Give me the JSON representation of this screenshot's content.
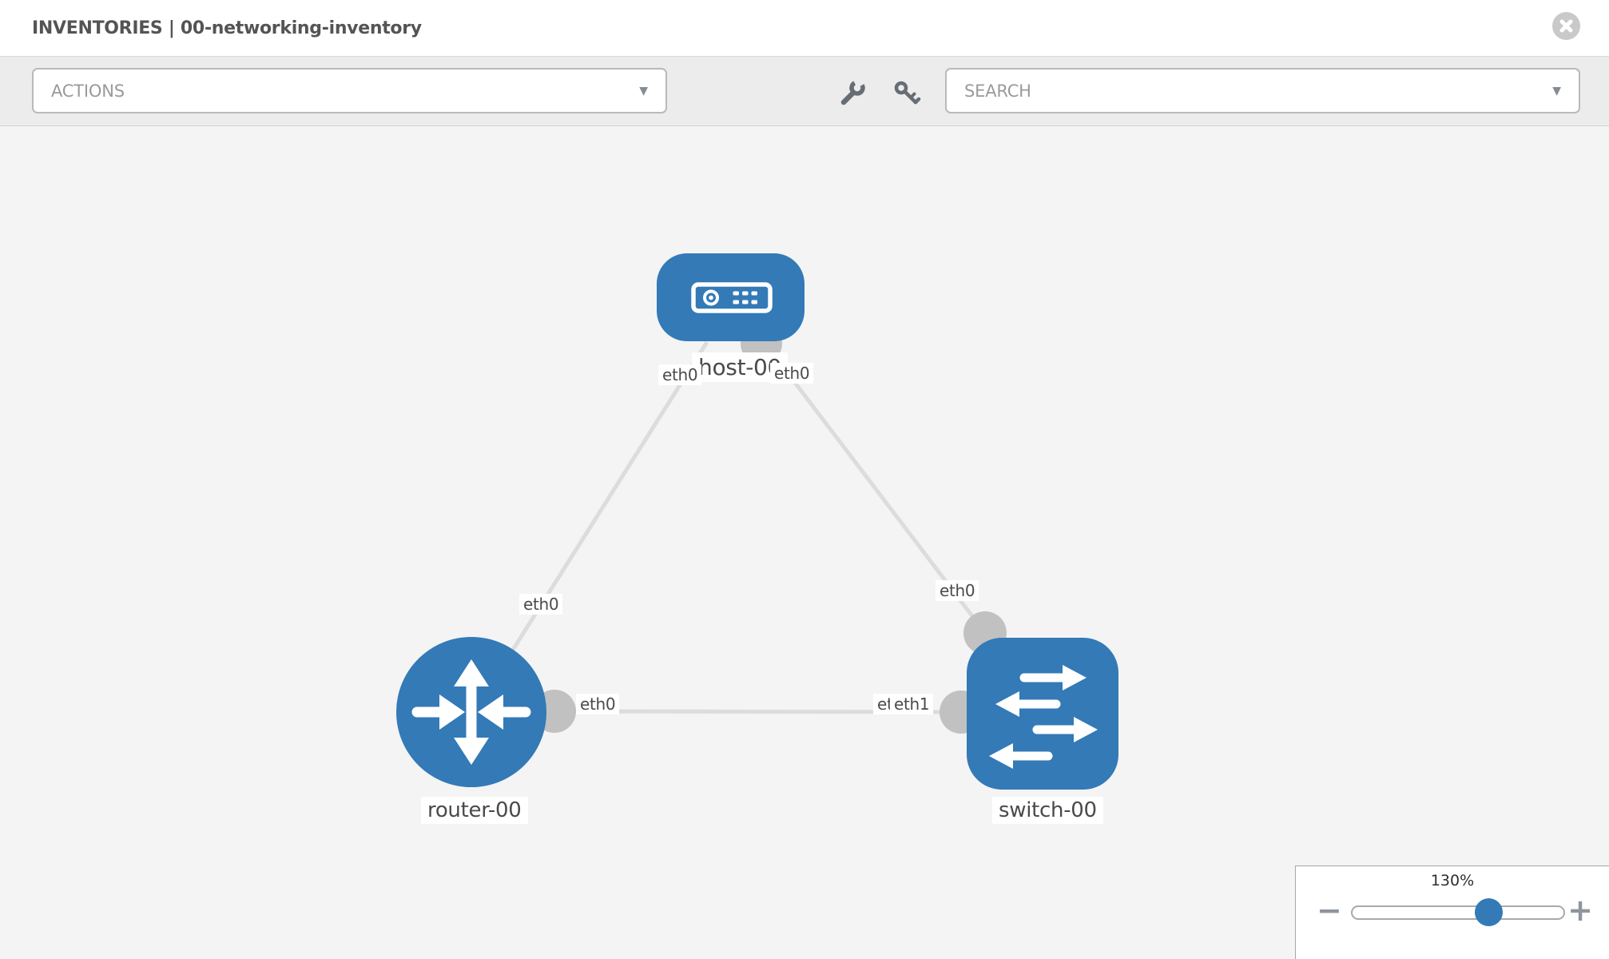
{
  "window": {
    "title": "INVENTORIES | 00-networking-inventory"
  },
  "toolbar": {
    "actions": {
      "placeholder": "ACTIONS"
    },
    "search": {
      "placeholder": "SEARCH"
    },
    "caret": "▼",
    "tools": [
      {
        "icon": "wrench-icon"
      },
      {
        "icon": "key-icon"
      }
    ]
  },
  "graph": {
    "nodes": [
      {
        "id": "host-00",
        "type": "host",
        "label": "host-00",
        "icon": "host-icon"
      },
      {
        "id": "router-00",
        "type": "router",
        "label": "router-00",
        "icon": "router-icon"
      },
      {
        "id": "switch-00",
        "type": "switch",
        "label": "switch-00",
        "icon": "switch-icon"
      }
    ],
    "links": [
      {
        "source": "host-00",
        "target": "router-00",
        "source_interface": "eth0",
        "target_interface": "eth0"
      },
      {
        "source": "host-00",
        "target": "switch-00",
        "source_interface": "eth0",
        "target_interface": "eth0"
      },
      {
        "source": "router-00",
        "target": "switch-00",
        "source_interface": "eth0",
        "target_interface": "eth1",
        "overlapping_interface": "eth0"
      }
    ]
  },
  "zoom": {
    "level": "130%",
    "minus": "−",
    "plus": "+"
  },
  "colors": {
    "node_blue": "#337ab7",
    "link_gray": "#dcdcdc",
    "connector_gray": "#c1c1c1",
    "toolbar_bg": "#ececec",
    "canvas_bg": "#f4f4f4"
  }
}
